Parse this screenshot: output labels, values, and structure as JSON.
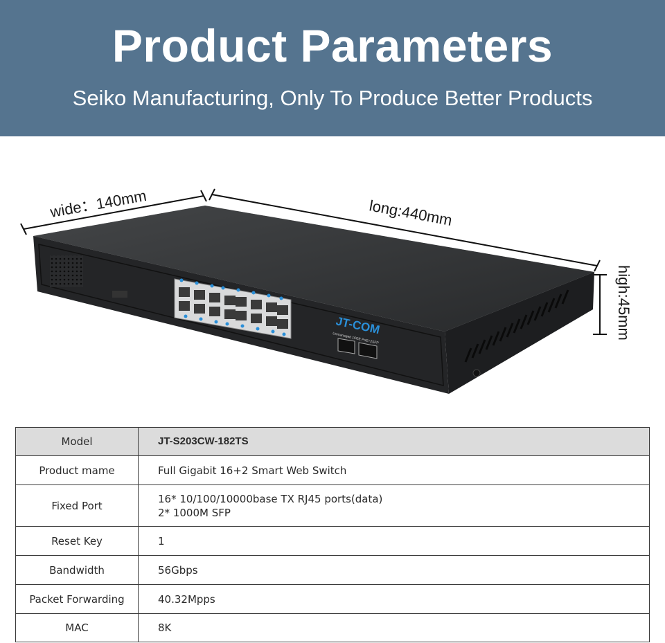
{
  "banner": {
    "title": "Product Parameters",
    "subtitle": "Seiko Manufacturing, Only To Produce Better Products"
  },
  "dimensions": {
    "wide": "wide：140mm",
    "long": "long:440mm",
    "high": "high:45mm"
  },
  "device": {
    "brand": "JT-COM",
    "faceplate_text": "Unmanaged 16GE PoE+2SFP"
  },
  "specs": [
    {
      "label": "Model",
      "value": [
        "JT-S203CW-182TS"
      ]
    },
    {
      "label": "Product mame",
      "value": [
        "Full Gigabit 16+2 Smart Web Switch"
      ]
    },
    {
      "label": "Fixed Port",
      "value": [
        "16* 10/100/10000base TX RJ45 ports(data)",
        "2* 1000M SFP"
      ]
    },
    {
      "label": "Reset Key",
      "value": [
        "1"
      ]
    },
    {
      "label": "Bandwidth",
      "value": [
        "56Gbps"
      ]
    },
    {
      "label": "Packet Forwarding",
      "value": [
        "40.32Mpps"
      ]
    },
    {
      "label": "MAC",
      "value": [
        "8K"
      ]
    }
  ],
  "colors": {
    "banner_bg": "#55748f",
    "header_row_bg": "#dcdcdc",
    "brand_blue": "#2a8fd8"
  }
}
